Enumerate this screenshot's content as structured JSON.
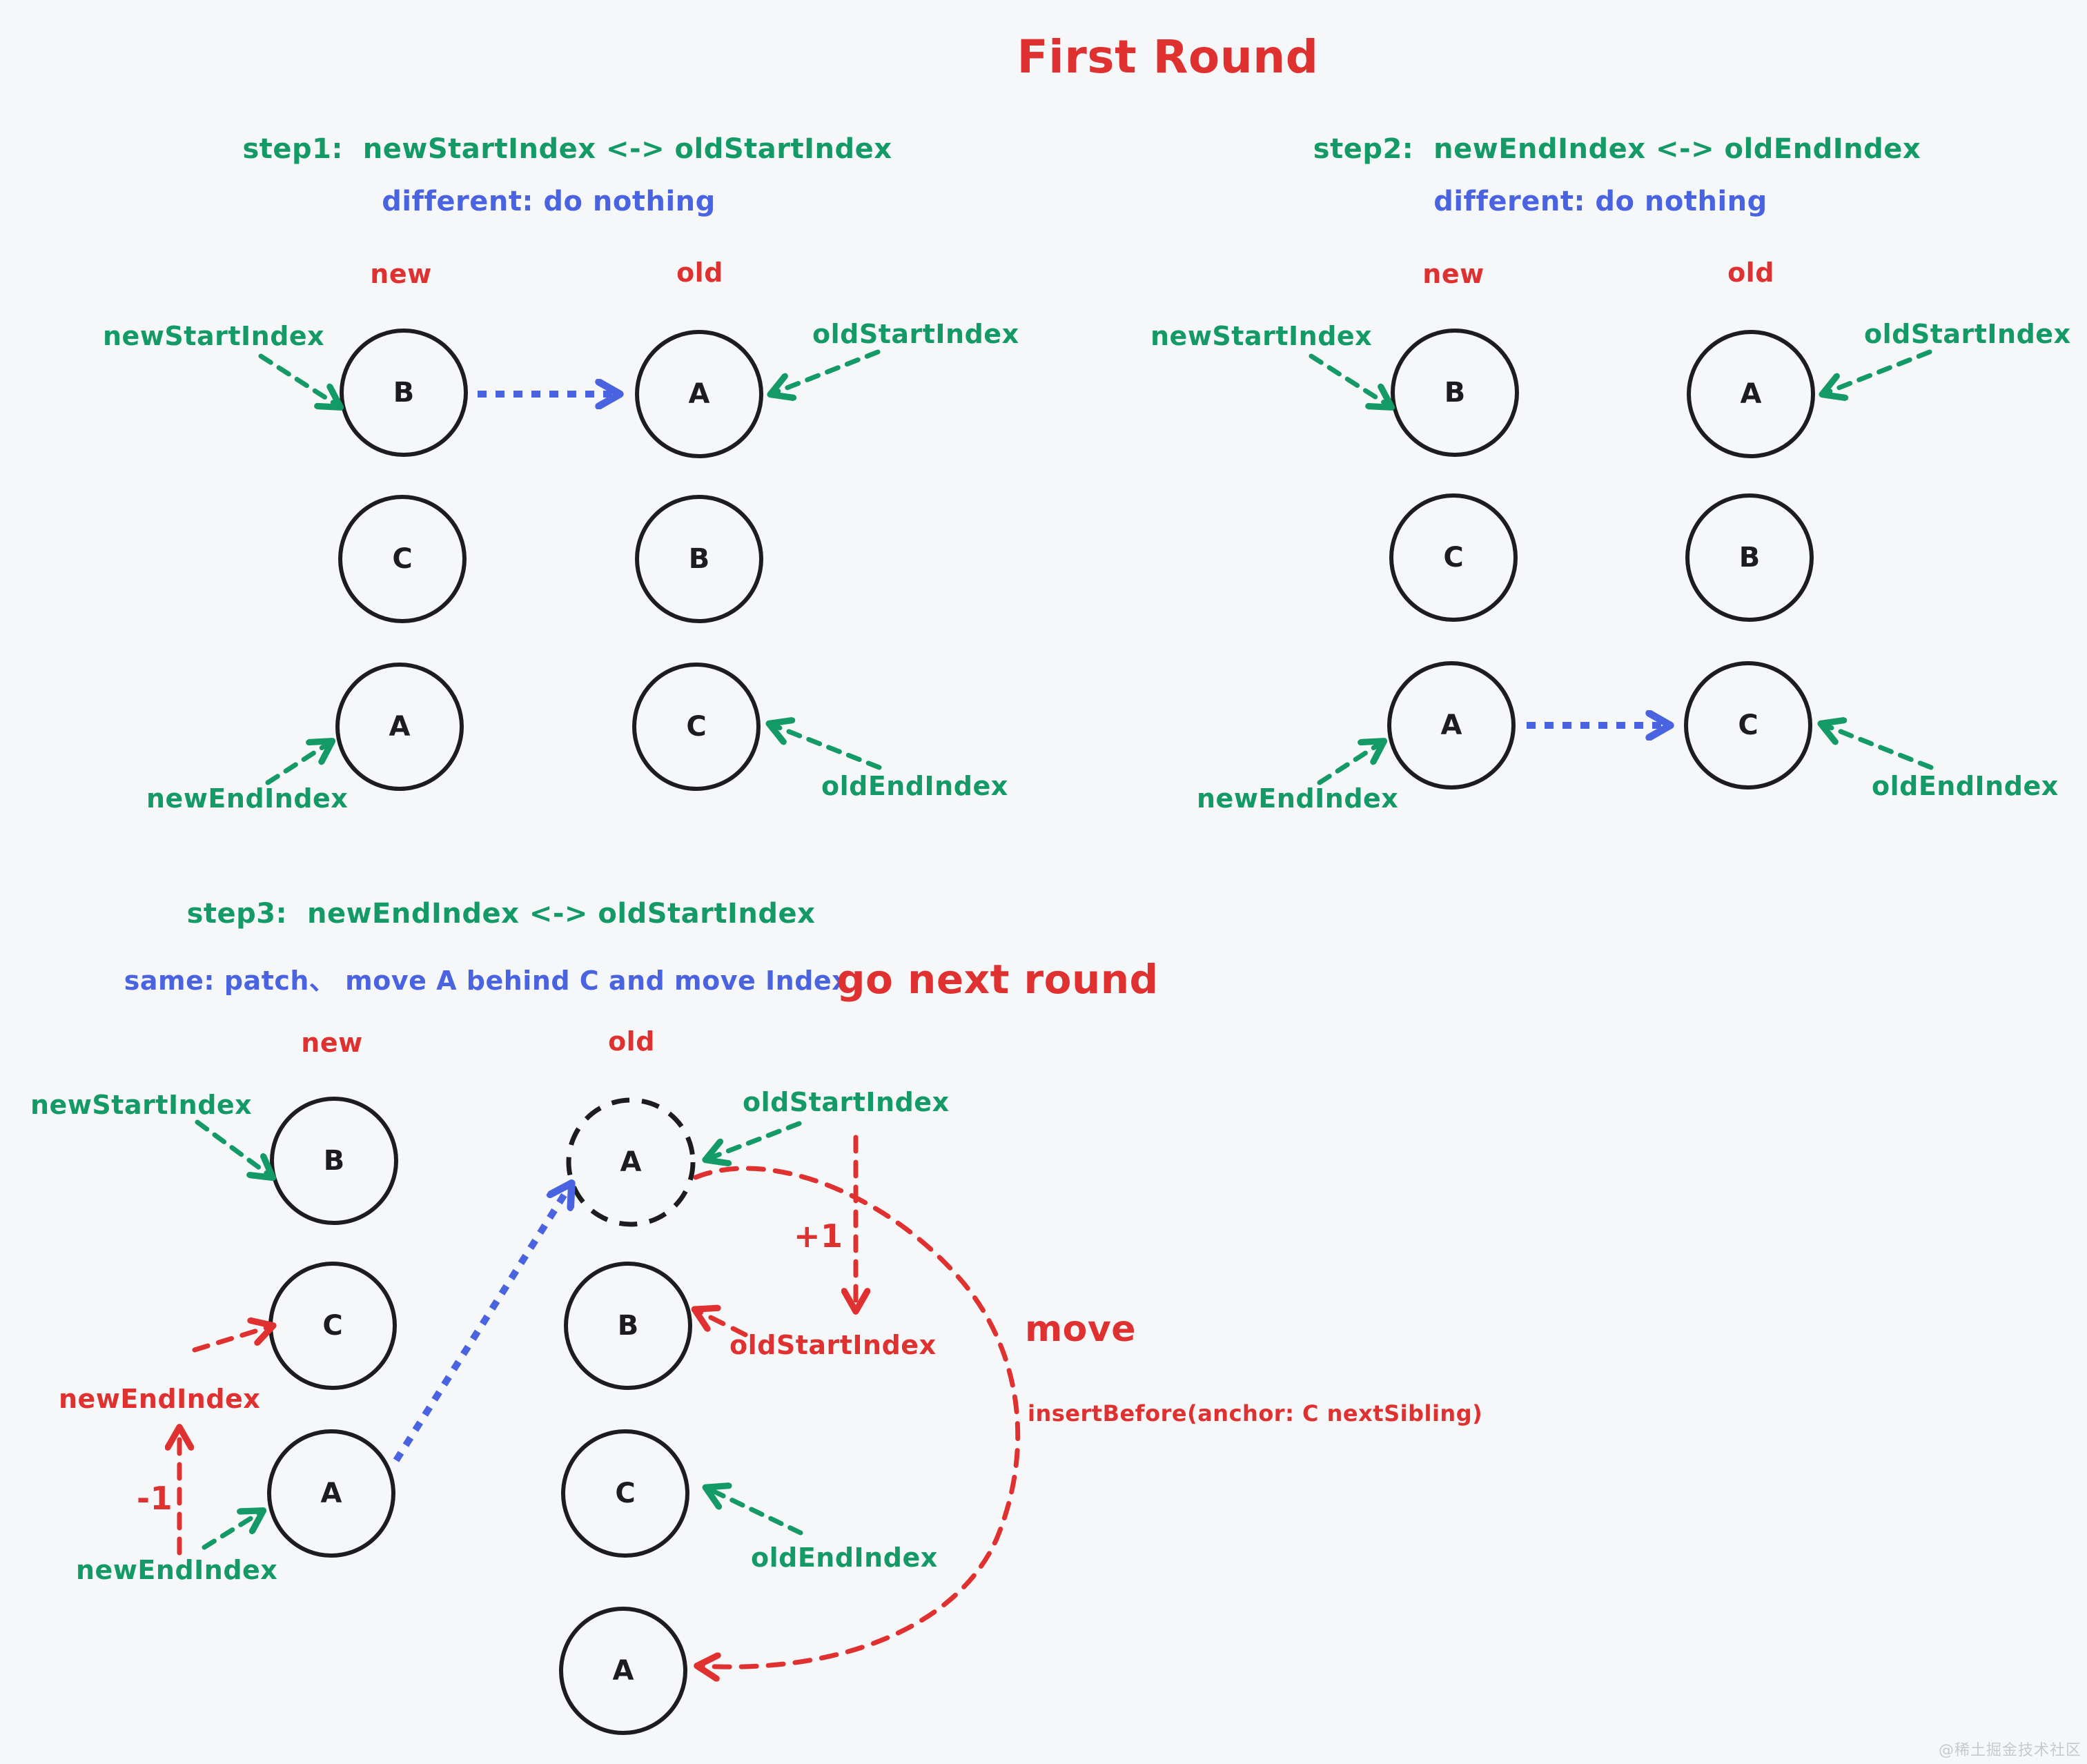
{
  "title": "First Round",
  "watermark": "@稀土掘金技术社区",
  "colors": {
    "red": "#e03131",
    "green": "#149a66",
    "blue": "#4a63e0",
    "ink": "#1d1d1f",
    "background": "#f6f7f9",
    "watermark": "#c6c9ce"
  },
  "steps": {
    "step1": {
      "header": "step1:  newStartIndex <-> oldStartIndex",
      "condition": "different: do nothing",
      "new_label": "new",
      "old_label": "old",
      "new_items": [
        "B",
        "C",
        "A"
      ],
      "old_items": [
        "A",
        "B",
        "C"
      ],
      "pointer_new_start": "newStartIndex",
      "pointer_old_start": "oldStartIndex",
      "pointer_new_end": "newEndIndex",
      "pointer_old_end": "oldEndIndex"
    },
    "step2": {
      "header": "step2:  newEndIndex <-> oldEndIndex",
      "condition": "different: do nothing",
      "new_label": "new",
      "old_label": "old",
      "new_items": [
        "B",
        "C",
        "A"
      ],
      "old_items": [
        "A",
        "B",
        "C"
      ],
      "pointer_new_start": "newStartIndex",
      "pointer_old_start": "oldStartIndex",
      "pointer_new_end": "newEndIndex",
      "pointer_old_end": "oldEndIndex"
    },
    "step3": {
      "header": "step3:  newEndIndex <-> oldStartIndex",
      "condition": "same: patch、 move A behind C and move Index",
      "go_next": "go next round",
      "new_label": "new",
      "old_label": "old",
      "new_items": [
        "B",
        "C",
        "A"
      ],
      "old_items": [
        "A",
        "B",
        "C",
        "A"
      ],
      "pointer_new_start": "newStartIndex",
      "pointer_old_start_green": "oldStartIndex",
      "pointer_old_start_red": "oldStartIndex",
      "pointer_new_end_red": "newEndIndex",
      "pointer_new_end_green": "newEndIndex",
      "pointer_old_end": "oldEndIndex",
      "plus_one": "+1",
      "minus_one": "-1",
      "move_label": "move",
      "insert_before": "insertBefore(anchor: C nextSibling)"
    }
  }
}
